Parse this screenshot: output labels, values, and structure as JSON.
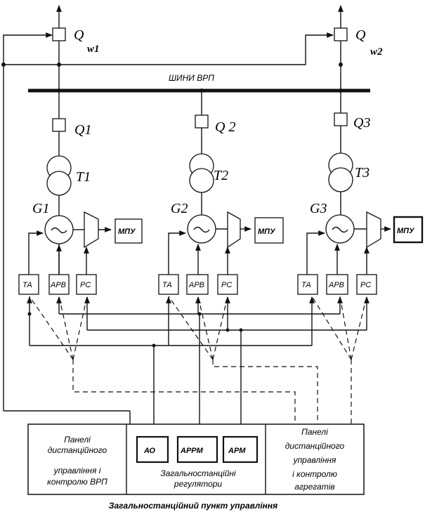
{
  "bus_label": "ШИНИ ВРП",
  "breakers": [
    {
      "id": "Qw1",
      "main": "Q",
      "sub": "w1"
    },
    {
      "id": "Qw2",
      "main": "Q",
      "sub": "w2"
    },
    {
      "id": "Q1",
      "main": "Q1"
    },
    {
      "id": "Q2",
      "main": "Q 2"
    },
    {
      "id": "Q3",
      "main": "Q3"
    }
  ],
  "transformers": [
    "T1",
    "T2",
    "T3"
  ],
  "generators": [
    "G1",
    "G2",
    "G3"
  ],
  "unit_blocks": [
    {
      "ta": "ТА",
      "arv": "АРВ",
      "rs": "РС",
      "mpu": "МПУ"
    },
    {
      "ta": "ТА",
      "arv": "АРВ",
      "rs": "РС",
      "mpu": "МПУ"
    },
    {
      "ta": "ТА",
      "arv": "АРВ",
      "rs": "РС",
      "mpu": "МПУ"
    }
  ],
  "regulators": [
    "АО",
    "АРРМ",
    "АРМ"
  ],
  "panels": {
    "left": [
      "Панелі",
      "дистанційного",
      "управління і",
      "контролю ВРП"
    ],
    "middle": [
      "Загальностанційні",
      "регулятори"
    ],
    "right": [
      "Панелі",
      "дистанційного",
      "управління",
      "і контролю",
      "агрегатів"
    ]
  },
  "caption": "Загальностанційний пункт управління"
}
